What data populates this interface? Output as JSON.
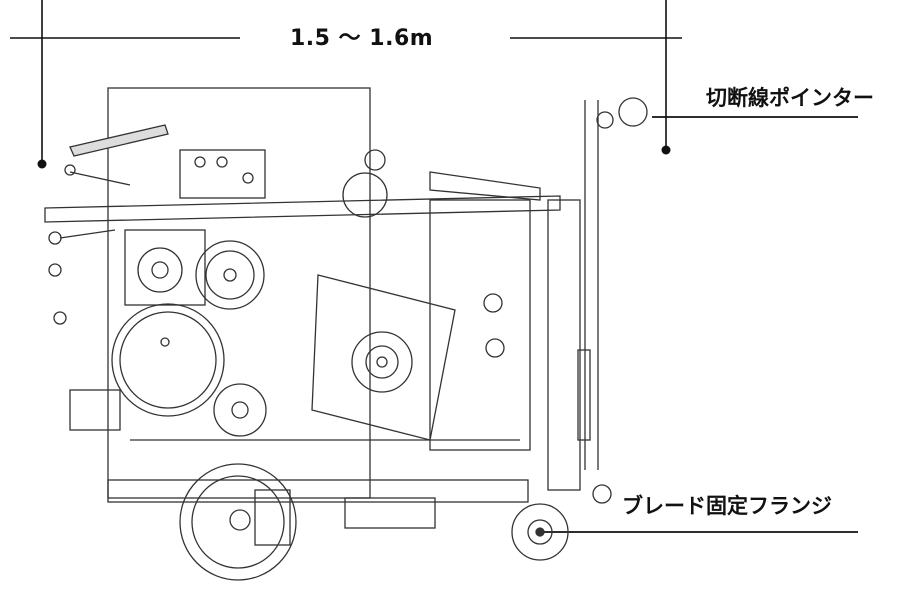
{
  "dimension": {
    "text": "1.5 ～ 1.6m"
  },
  "callouts": [
    {
      "id": "pointer",
      "text": "切断線ポインター"
    },
    {
      "id": "flange",
      "text": "ブレード固定フランジ"
    }
  ],
  "colors": {
    "line": "#111111",
    "machine": "#333333",
    "background": "#ffffff"
  }
}
